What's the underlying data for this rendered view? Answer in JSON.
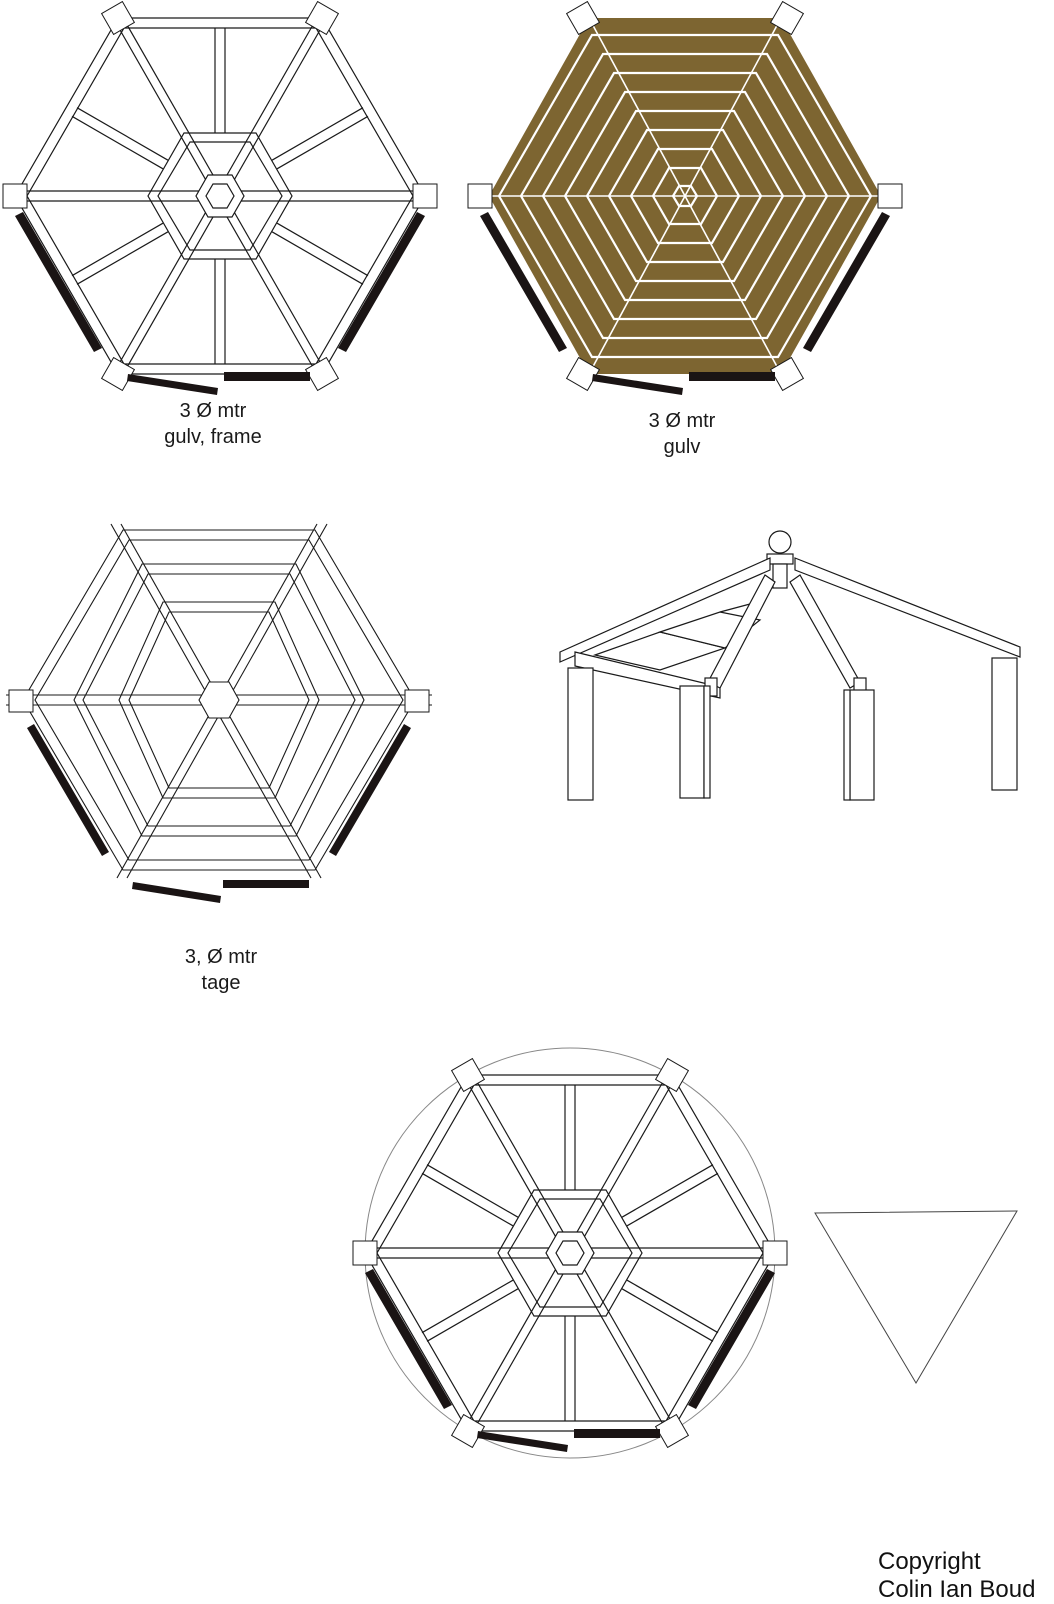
{
  "sheet": {
    "subject": "Hexagonal gazebo plans",
    "background": "#ffffff",
    "line_color": "#1a1a1a",
    "deck_color": "#7d6531",
    "wall_color": "#1a1414"
  },
  "figures": [
    {
      "id": "floor-frame",
      "view": "top plan",
      "caption_line1": "3 Ø mtr",
      "caption_line2": "gulv, frame"
    },
    {
      "id": "floor-decking",
      "view": "top plan, decked",
      "caption_line1": "3 Ø mtr",
      "caption_line2": "gulv"
    },
    {
      "id": "roof-frame",
      "view": "top plan",
      "caption_line1": "3, Ø mtr",
      "caption_line2": "tage"
    },
    {
      "id": "perspective",
      "view": "3D frame with finial",
      "caption_line1": "",
      "caption_line2": ""
    },
    {
      "id": "circle-plan",
      "view": "top plan inscribed in circle",
      "caption_line1": "",
      "caption_line2": ""
    },
    {
      "id": "triangle",
      "view": "inverted triangle",
      "caption_line1": "",
      "caption_line2": ""
    }
  ],
  "copyright": {
    "line1": "Copyright",
    "line2": "Colin Ian Boud"
  }
}
